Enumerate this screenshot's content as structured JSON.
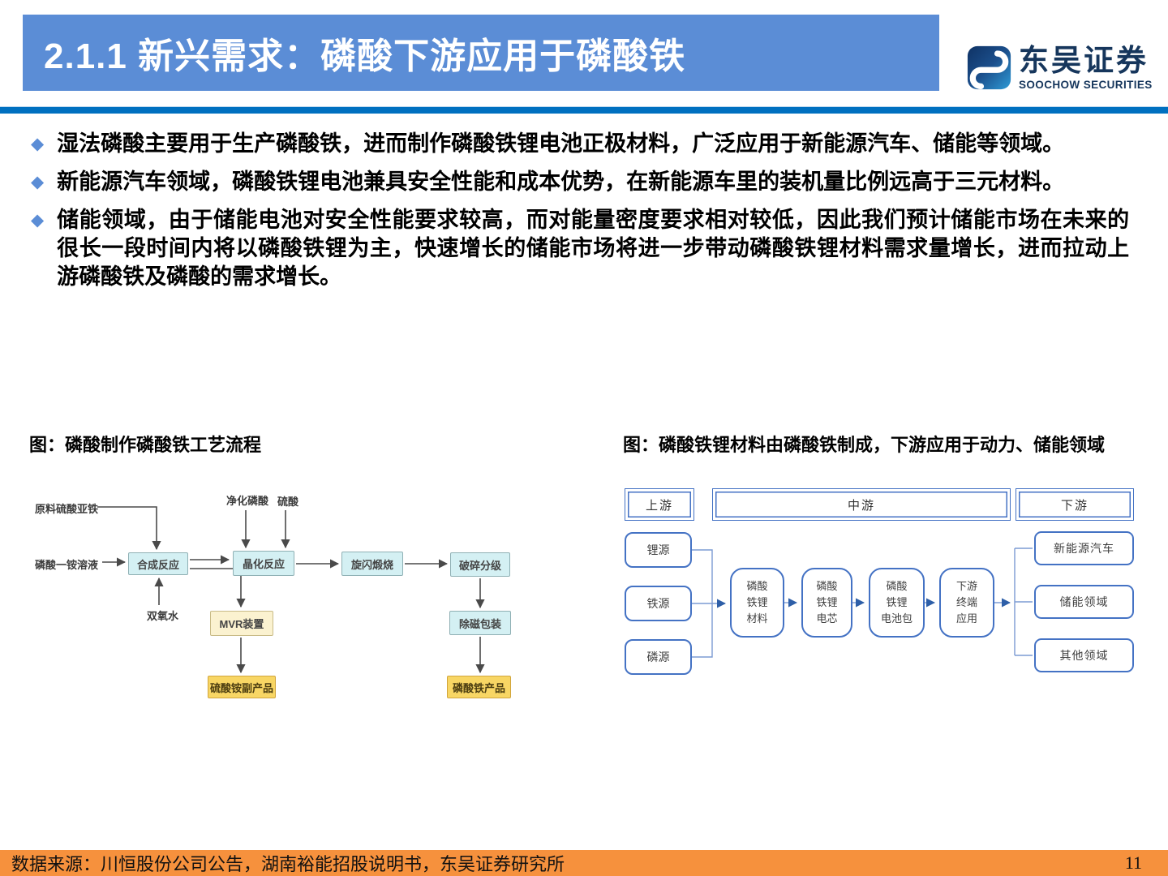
{
  "slide": {
    "title": "2.1.1 新兴需求：磷酸下游应用于磷酸铁",
    "bullet_marker": "◆",
    "bullets": [
      "湿法磷酸主要用于生产磷酸铁，进而制作磷酸铁锂电池正极材料，广泛应用于新能源汽车、储能等领域。",
      "新能源汽车领域，磷酸铁锂电池兼具安全性能和成本优势，在新能源车里的装机量比例远高于三元材料。",
      "储能领域，由于储能电池对安全性能要求较高，而对能量密度要求相对较低，因此我们预计储能市场在未来的很长一段时间内将以磷酸铁锂为主，快速增长的储能市场将进一步带动磷酸铁锂材料需求量增长，进而拉动上游磷酸铁及磷酸的需求增长。"
    ],
    "footer_source": "数据来源：川恒股份公司公告，湖南裕能招股说明书，东吴证券研究所",
    "page_number": "11"
  },
  "logo": {
    "name_cn": "东吴证券",
    "name_en": "SOOCHOW SECURITIES"
  },
  "figure_left": {
    "title": "图：磷酸制作磷酸铁工艺流程",
    "labels": {
      "raw_ferrous_sulfate": "原料硫酸亚铁",
      "map_solution": "磷酸一铵溶液",
      "purified_acid": "净化磷酸",
      "sulfuric_acid": "硫酸",
      "hydrogen_peroxide": "双氧水"
    },
    "boxes": {
      "synthesis": "合成反应",
      "crystallization": "晶化反应",
      "flash_calcination": "旋闪煅烧",
      "crushing_grading": "破碎分级",
      "demag_packaging": "除磁包装",
      "mvr_unit": "MVR装置",
      "byproduct": "硫酸铵副产品",
      "product": "磷酸铁产品"
    }
  },
  "figure_right": {
    "title": "图：磷酸铁锂材料由磷酸铁制成，下游应用于动力、储能领域",
    "headers": [
      "上游",
      "中游",
      "下游"
    ],
    "sources": [
      "锂源",
      "铁源",
      "磷源"
    ],
    "chain": [
      [
        "磷酸",
        "铁锂",
        "材料"
      ],
      [
        "磷酸",
        "铁锂",
        "电芯"
      ],
      [
        "磷酸",
        "铁锂",
        "电池包"
      ],
      [
        "下游",
        "终端",
        "应用"
      ]
    ],
    "applications": [
      "新能源汽车",
      "储能领域",
      "其他领域"
    ]
  },
  "colors": {
    "title_bar": "#5b8dd6",
    "divider": "#0070c0",
    "footer_bar": "#f6913d",
    "chain_blue": "#4472c4",
    "process_cyan": "#d4f0f3",
    "process_cream": "#fbf2d0",
    "process_yellow": "#f8d664"
  }
}
